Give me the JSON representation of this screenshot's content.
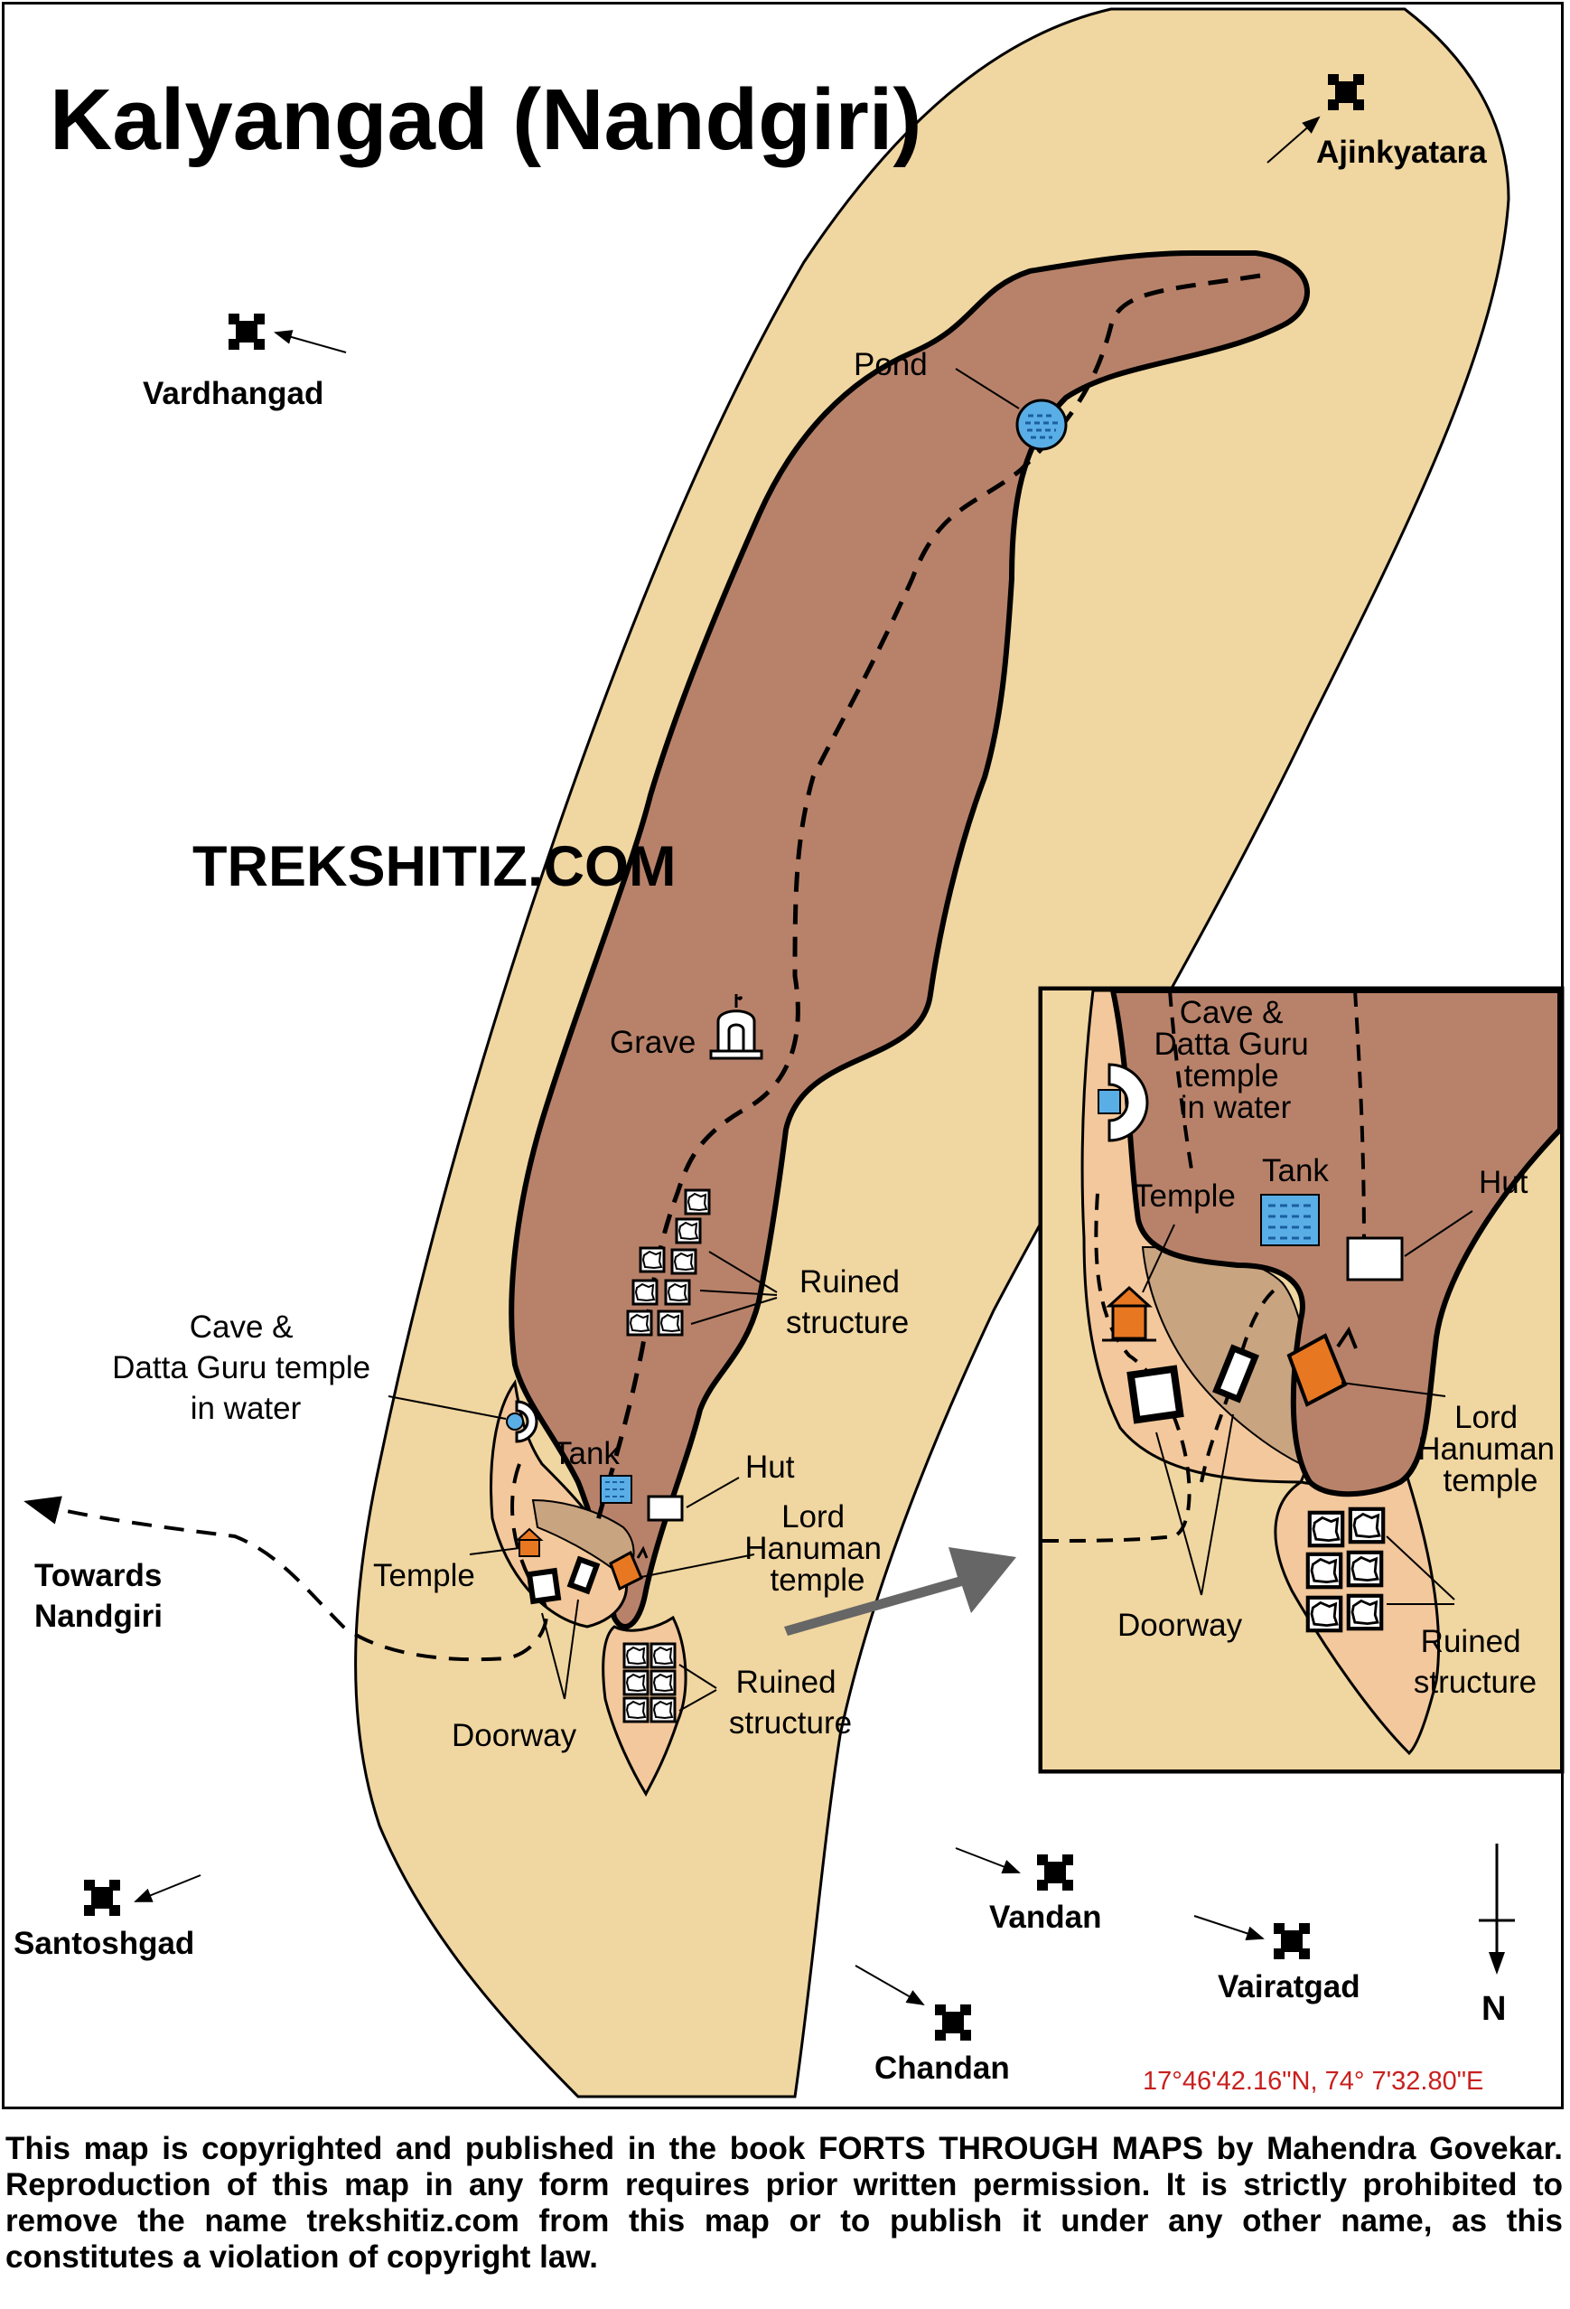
{
  "title": "Kalyangad (Nandgiri)",
  "watermark": "TREKSHITIZ.COM",
  "colors": {
    "land": "#f0d6a0",
    "plateau": "#b8826a",
    "lower_terrace": "#f3c89c",
    "middle_terrace": "#c9a480",
    "water": "#5aaee6",
    "temple": "#e87722",
    "coordinates_text": "#c8201e"
  },
  "nearby_forts": {
    "ajinkyatara": "Ajinkyatara",
    "vardhangad": "Vardhangad",
    "santoshgad": "Santoshgad",
    "vandan": "Vandan",
    "vairatgad": "Vairatgad",
    "chandan": "Chandan"
  },
  "features": {
    "pond": "Pond",
    "grave": "Grave",
    "ruined_structure": [
      "Ruined",
      "structure"
    ],
    "cave": [
      "Cave &",
      "Datta Guru temple",
      "in water"
    ],
    "tank": "Tank",
    "hut": "Hut",
    "lord_hanuman": [
      "Lord",
      "Hanuman",
      "temple"
    ],
    "temple": "Temple",
    "doorway": "Doorway",
    "lower_ruined_structure": [
      "Ruined",
      "structure"
    ],
    "towards": [
      "Towards",
      "Nandgiri"
    ]
  },
  "inset": {
    "cave": [
      "Cave &",
      "Datta Guru",
      "temple",
      "in water"
    ],
    "tank": "Tank",
    "hut": "Hut",
    "temple": "Temple",
    "lord_hanuman": [
      "Lord",
      "Hanuman",
      "temple"
    ],
    "doorway": "Doorway",
    "ruined_structure": [
      "Ruined",
      "structure"
    ]
  },
  "compass": "N",
  "coordinates": "17°46'42.16\"N, 74° 7'32.80\"E",
  "copyright": "This map is copyrighted and published in the book FORTS THROUGH MAPS by Mahendra Govekar. Reproduction of this map in any form requires prior written permission. It is strictly prohibited to remove the name trekshitiz.com from this map or to publish it under any other name, as this constitutes a violation of copyright law."
}
